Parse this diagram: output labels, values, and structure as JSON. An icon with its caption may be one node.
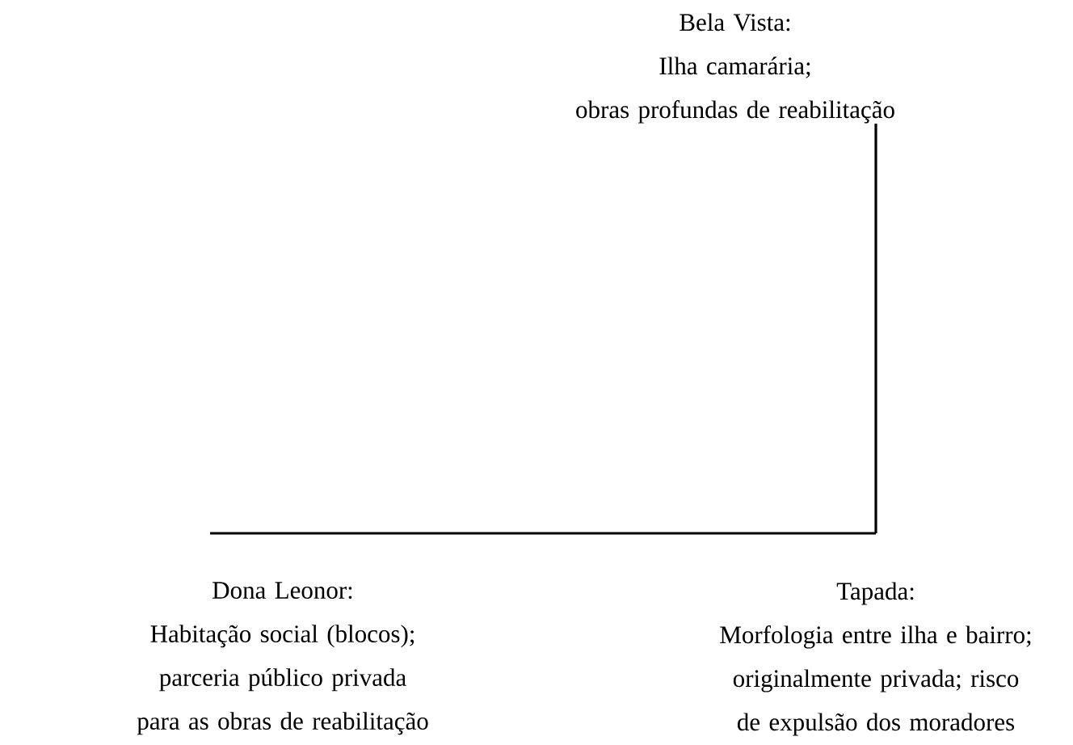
{
  "diagram": {
    "nodes": [
      {
        "text": [
          "Bela Vista:",
          "Ilha camarária;",
          "obras profundas de reabilitação"
        ]
      },
      {
        "text": [
          "Dona Leonor:",
          "Habitação social (blocos);",
          "parceria público privada para as obras de reabilitação"
        ]
      },
      {
        "text": [
          "Tapada:",
          "Morfologia entre ilha e bairro;",
          "originalmente privada; risco de expulsão dos moradores"
        ]
      }
    ],
    "edges": [
      {
        "from": 0,
        "to": 2,
        "arrow": "none"
      },
      {
        "from": 2,
        "to": 1,
        "arrow": "none"
      }
    ]
  }
}
